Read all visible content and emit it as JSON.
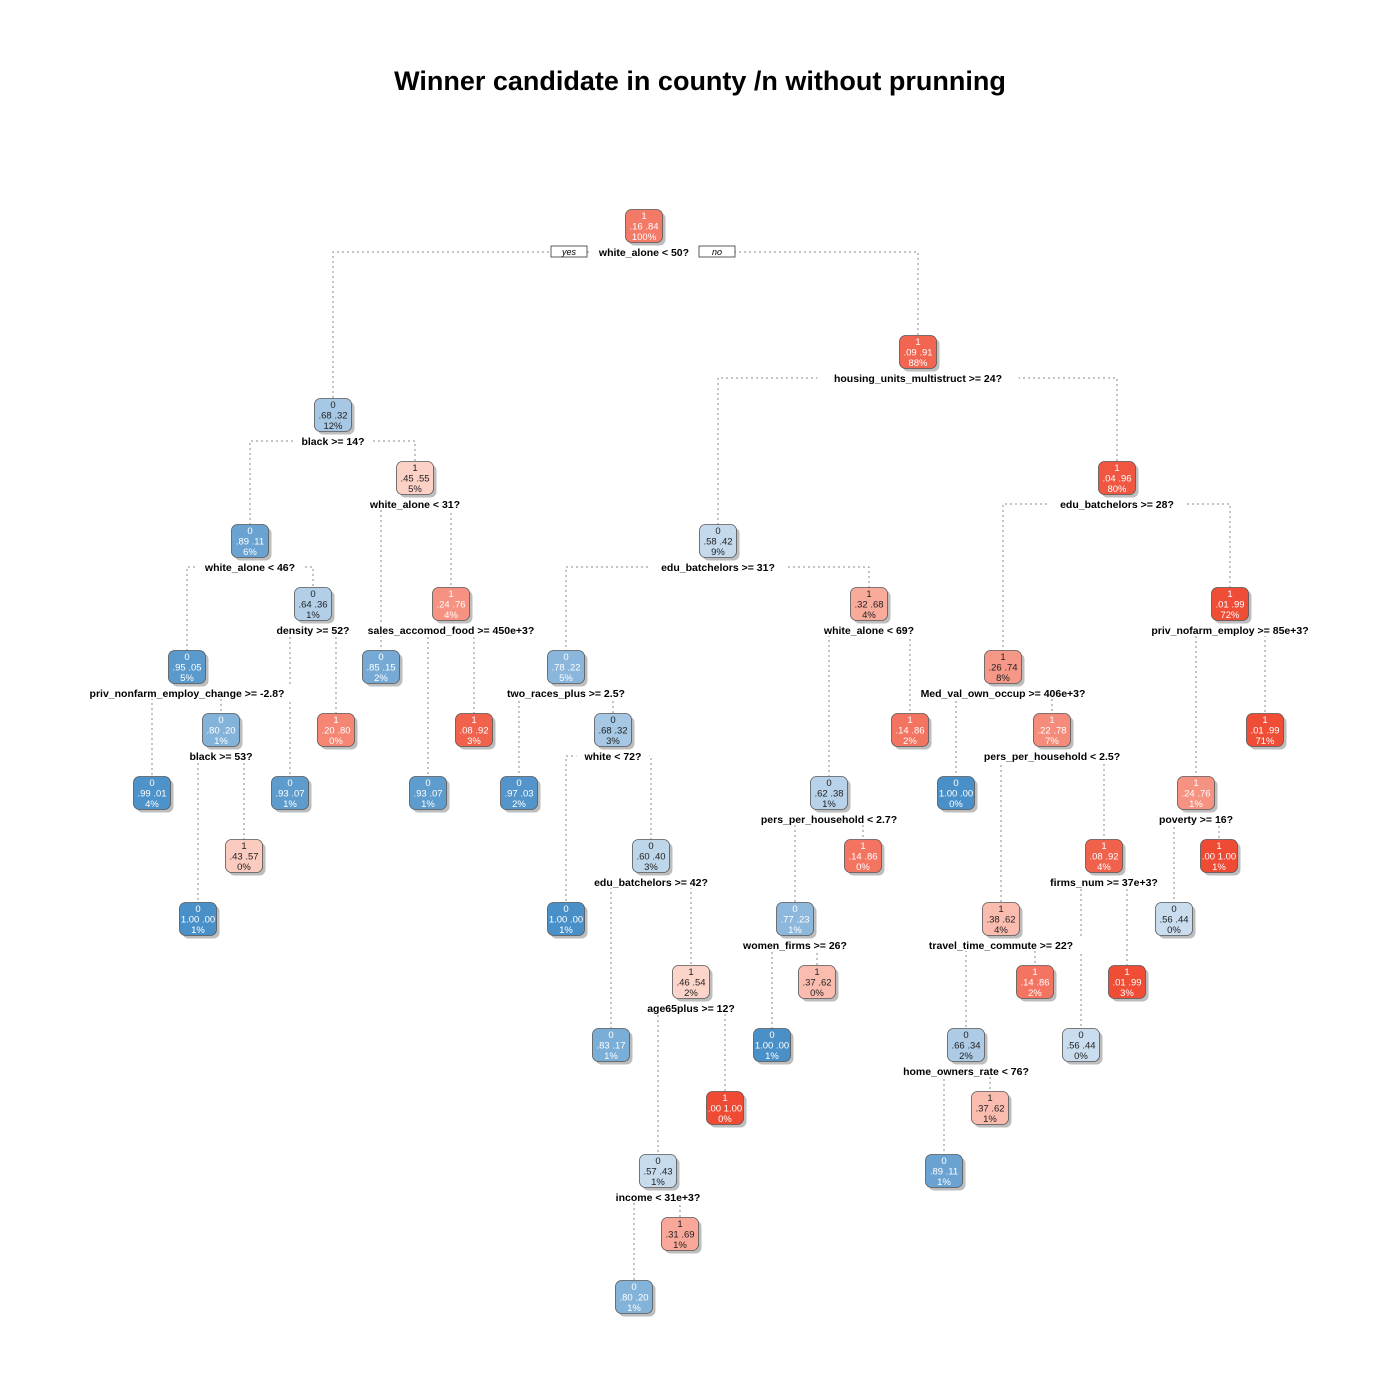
{
  "title": "Winner candidate in county /n without prunning",
  "yes_label": "yes",
  "no_label": "no",
  "colors": {
    "class0_light": "#dbe7f3",
    "class0_dark": "#4a90c8",
    "class1_light": "#fde0d6",
    "class1_dark": "#ef4a33"
  },
  "nodes": [
    {
      "id": "n1",
      "cls": "1",
      "p0": ".16",
      "p1": ".84",
      "pct": "100%",
      "split": "white_alone < 50?"
    },
    {
      "id": "n2",
      "cls": "0",
      "p0": ".68",
      "p1": ".32",
      "pct": "12%",
      "split": "black >= 14?"
    },
    {
      "id": "n3",
      "cls": "1",
      "p0": ".09",
      "p1": ".91",
      "pct": "88%",
      "split": "housing_units_multistruct >= 24?"
    },
    {
      "id": "n4",
      "cls": "0",
      "p0": ".89",
      "p1": ".11",
      "pct": "6%",
      "split": "white_alone < 46?"
    },
    {
      "id": "n5",
      "cls": "1",
      "p0": ".45",
      "p1": ".55",
      "pct": "5%",
      "split": "white_alone < 31?"
    },
    {
      "id": "n6",
      "cls": "0",
      "p0": ".58",
      "p1": ".42",
      "pct": "9%",
      "split": "edu_batchelors >= 31?"
    },
    {
      "id": "n7",
      "cls": "1",
      "p0": ".04",
      "p1": ".96",
      "pct": "80%",
      "split": "edu_batchelors >= 28?"
    },
    {
      "id": "n8",
      "cls": "0",
      "p0": ".95",
      "p1": ".05",
      "pct": "5%",
      "split": "priv_nonfarm_employ_change >= -2.8?"
    },
    {
      "id": "n9",
      "cls": "0",
      "p0": ".64",
      "p1": ".36",
      "pct": "1%",
      "split": "density >= 52?"
    },
    {
      "id": "n10",
      "cls": "0",
      "p0": ".85",
      "p1": ".15",
      "pct": "2%",
      "split": ""
    },
    {
      "id": "n11",
      "cls": "1",
      "p0": ".24",
      "p1": ".76",
      "pct": "4%",
      "split": "sales_accomod_food >= 450e+3?"
    },
    {
      "id": "n12",
      "cls": "0",
      "p0": ".78",
      "p1": ".22",
      "pct": "5%",
      "split": "two_races_plus >= 2.5?"
    },
    {
      "id": "n13",
      "cls": "1",
      "p0": ".32",
      "p1": ".68",
      "pct": "4%",
      "split": "white_alone < 69?"
    },
    {
      "id": "n14",
      "cls": "1",
      "p0": ".26",
      "p1": ".74",
      "pct": "8%",
      "split": "Med_val_own_occup >= 406e+3?"
    },
    {
      "id": "n15",
      "cls": "1",
      "p0": ".01",
      "p1": ".99",
      "pct": "72%",
      "split": "priv_nofarm_employ >= 85e+3?"
    },
    {
      "id": "n16",
      "cls": "0",
      "p0": ".99",
      "p1": ".01",
      "pct": "4%",
      "split": ""
    },
    {
      "id": "n17",
      "cls": "0",
      "p0": ".80",
      "p1": ".20",
      "pct": "1%",
      "split": "black >= 53?"
    },
    {
      "id": "n18",
      "cls": "0",
      "p0": ".93",
      "p1": ".07",
      "pct": "1%",
      "split": ""
    },
    {
      "id": "n19",
      "cls": "1",
      "p0": ".20",
      "p1": ".80",
      "pct": "0%",
      "split": ""
    },
    {
      "id": "n20",
      "cls": "0",
      "p0": "1.00",
      "p1": ".00",
      "pct": "1%",
      "split": ""
    },
    {
      "id": "n21",
      "cls": "1",
      "p0": ".43",
      "p1": ".57",
      "pct": "0%",
      "split": ""
    },
    {
      "id": "n22",
      "cls": "0",
      "p0": ".93",
      "p1": ".07",
      "pct": "1%",
      "split": ""
    },
    {
      "id": "n23",
      "cls": "1",
      "p0": ".08",
      "p1": ".92",
      "pct": "3%",
      "split": ""
    },
    {
      "id": "n24",
      "cls": "0",
      "p0": ".97",
      "p1": ".03",
      "pct": "2%",
      "split": ""
    },
    {
      "id": "n25",
      "cls": "0",
      "p0": ".68",
      "p1": ".32",
      "pct": "3%",
      "split": "white < 72?"
    },
    {
      "id": "n26",
      "cls": "0",
      "p0": "1.00",
      "p1": ".00",
      "pct": "1%",
      "split": ""
    },
    {
      "id": "n27",
      "cls": "0",
      "p0": ".60",
      "p1": ".40",
      "pct": "3%",
      "split": "edu_batchelors >= 42?"
    },
    {
      "id": "n28",
      "cls": "0",
      "p0": ".83",
      "p1": ".17",
      "pct": "1%",
      "split": ""
    },
    {
      "id": "n29",
      "cls": "1",
      "p0": ".46",
      "p1": ".54",
      "pct": "2%",
      "split": "age65plus >= 12?"
    },
    {
      "id": "n30",
      "cls": "0",
      "p0": ".57",
      "p1": ".43",
      "pct": "1%",
      "split": "income < 31e+3?"
    },
    {
      "id": "n31",
      "cls": "1",
      "p0": ".00",
      "p1": "1.00",
      "pct": "0%",
      "split": ""
    },
    {
      "id": "n32",
      "cls": "0",
      "p0": ".80",
      "p1": ".20",
      "pct": "1%",
      "split": ""
    },
    {
      "id": "n33",
      "cls": "1",
      "p0": ".31",
      "p1": ".69",
      "pct": "1%",
      "split": ""
    },
    {
      "id": "n34",
      "cls": "0",
      "p0": ".62",
      "p1": ".38",
      "pct": "1%",
      "split": "pers_per_household < 2.7?"
    },
    {
      "id": "n35",
      "cls": "1",
      "p0": ".14",
      "p1": ".86",
      "pct": "2%",
      "split": ""
    },
    {
      "id": "n36",
      "cls": "0",
      "p0": ".77",
      "p1": ".23",
      "pct": "1%",
      "split": "women_firms >= 26?"
    },
    {
      "id": "n37",
      "cls": "1",
      "p0": ".14",
      "p1": ".86",
      "pct": "0%",
      "split": ""
    },
    {
      "id": "n38",
      "cls": "0",
      "p0": "1.00",
      "p1": ".00",
      "pct": "1%",
      "split": ""
    },
    {
      "id": "n39",
      "cls": "1",
      "p0": ".37",
      "p1": ".62",
      "pct": "0%",
      "split": ""
    },
    {
      "id": "n40",
      "cls": "0",
      "p0": "1.00",
      "p1": ".00",
      "pct": "0%",
      "split": ""
    },
    {
      "id": "n41",
      "cls": "1",
      "p0": ".22",
      "p1": ".78",
      "pct": "7%",
      "split": "pers_per_household < 2.5?"
    },
    {
      "id": "n42",
      "cls": "1",
      "p0": ".38",
      "p1": ".62",
      "pct": "4%",
      "split": "travel_time_commute >= 22?"
    },
    {
      "id": "n43",
      "cls": "1",
      "p0": ".08",
      "p1": ".92",
      "pct": "4%",
      "split": "firms_num >= 37e+3?"
    },
    {
      "id": "n44",
      "cls": "0",
      "p0": ".66",
      "p1": ".34",
      "pct": "2%",
      "split": "home_owners_rate < 76?"
    },
    {
      "id": "n45",
      "cls": "1",
      "p0": ".14",
      "p1": ".86",
      "pct": "2%",
      "split": ""
    },
    {
      "id": "n46",
      "cls": "0",
      "p0": ".89",
      "p1": ".11",
      "pct": "1%",
      "split": ""
    },
    {
      "id": "n47",
      "cls": "1",
      "p0": ".37",
      "p1": ".62",
      "pct": "1%",
      "split": ""
    },
    {
      "id": "n48",
      "cls": "0",
      "p0": ".56",
      "p1": ".44",
      "pct": "0%",
      "split": ""
    },
    {
      "id": "n49",
      "cls": "1",
      "p0": ".01",
      "p1": ".99",
      "pct": "3%",
      "split": ""
    },
    {
      "id": "n50",
      "cls": "1",
      "p0": ".24",
      "p1": ".76",
      "pct": "1%",
      "split": "poverty >= 16?"
    },
    {
      "id": "n51",
      "cls": "1",
      "p0": ".01",
      "p1": ".99",
      "pct": "71%",
      "split": ""
    },
    {
      "id": "n52",
      "cls": "0",
      "p0": ".56",
      "p1": ".44",
      "pct": "0%",
      "split": ""
    },
    {
      "id": "n53",
      "cls": "1",
      "p0": ".00",
      "p1": "1.00",
      "pct": "1%",
      "split": ""
    }
  ],
  "edges": [
    [
      "n1",
      "n2"
    ],
    [
      "n1",
      "n3"
    ],
    [
      "n2",
      "n4"
    ],
    [
      "n2",
      "n5"
    ],
    [
      "n3",
      "n6"
    ],
    [
      "n3",
      "n7"
    ],
    [
      "n4",
      "n8"
    ],
    [
      "n4",
      "n9"
    ],
    [
      "n5",
      "n10"
    ],
    [
      "n5",
      "n11"
    ],
    [
      "n6",
      "n12"
    ],
    [
      "n6",
      "n13"
    ],
    [
      "n7",
      "n14"
    ],
    [
      "n7",
      "n15"
    ],
    [
      "n8",
      "n16"
    ],
    [
      "n8",
      "n17"
    ],
    [
      "n9",
      "n18"
    ],
    [
      "n9",
      "n19"
    ],
    [
      "n17",
      "n20"
    ],
    [
      "n17",
      "n21"
    ],
    [
      "n11",
      "n22"
    ],
    [
      "n11",
      "n23"
    ],
    [
      "n12",
      "n24"
    ],
    [
      "n12",
      "n25"
    ],
    [
      "n25",
      "n26"
    ],
    [
      "n25",
      "n27"
    ],
    [
      "n27",
      "n28"
    ],
    [
      "n27",
      "n29"
    ],
    [
      "n29",
      "n30"
    ],
    [
      "n29",
      "n31"
    ],
    [
      "n30",
      "n32"
    ],
    [
      "n30",
      "n33"
    ],
    [
      "n13",
      "n34"
    ],
    [
      "n13",
      "n35"
    ],
    [
      "n34",
      "n36"
    ],
    [
      "n34",
      "n37"
    ],
    [
      "n36",
      "n38"
    ],
    [
      "n36",
      "n39"
    ],
    [
      "n14",
      "n40"
    ],
    [
      "n14",
      "n41"
    ],
    [
      "n41",
      "n42"
    ],
    [
      "n41",
      "n43"
    ],
    [
      "n42",
      "n44"
    ],
    [
      "n42",
      "n45"
    ],
    [
      "n44",
      "n46"
    ],
    [
      "n44",
      "n47"
    ],
    [
      "n43",
      "n48"
    ],
    [
      "n43",
      "n49"
    ],
    [
      "n15",
      "n50"
    ],
    [
      "n15",
      "n51"
    ],
    [
      "n50",
      "n52"
    ],
    [
      "n50",
      "n53"
    ]
  ]
}
